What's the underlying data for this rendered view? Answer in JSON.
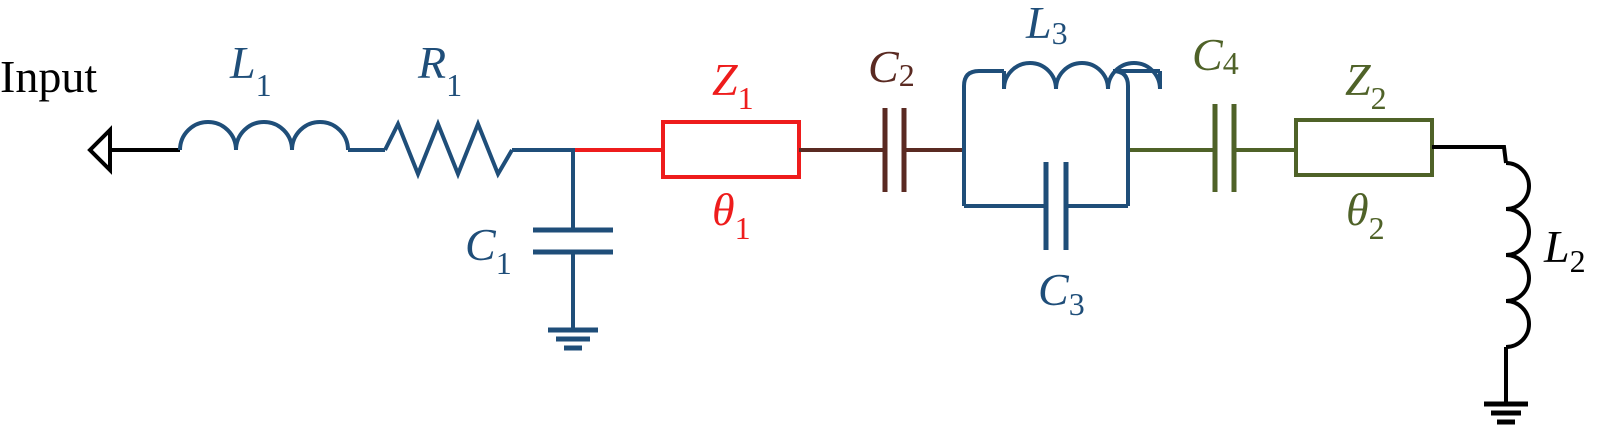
{
  "colors": {
    "black": "#000000",
    "blue": "#1f4e79",
    "red": "#ee1c1c",
    "brown": "#5a2a22",
    "green": "#4f6228"
  },
  "labels": {
    "input": "Input",
    "L1": {
      "main": "L",
      "sub": "1"
    },
    "R1": {
      "main": "R",
      "sub": "1"
    },
    "C1": {
      "main": "C",
      "sub": "1"
    },
    "Z1": {
      "main": "Z",
      "sub": "1"
    },
    "theta1": {
      "main": "θ",
      "sub": "1"
    },
    "C2": {
      "main": "C",
      "sub": "2"
    },
    "L3": {
      "main": "L",
      "sub": "3"
    },
    "C3": {
      "main": "C",
      "sub": "3"
    },
    "C4": {
      "main": "C",
      "sub": "4"
    },
    "Z2": {
      "main": "Z",
      "sub": "2"
    },
    "theta2": {
      "main": "θ",
      "sub": "2"
    },
    "L2": {
      "main": "L",
      "sub": "2"
    }
  }
}
